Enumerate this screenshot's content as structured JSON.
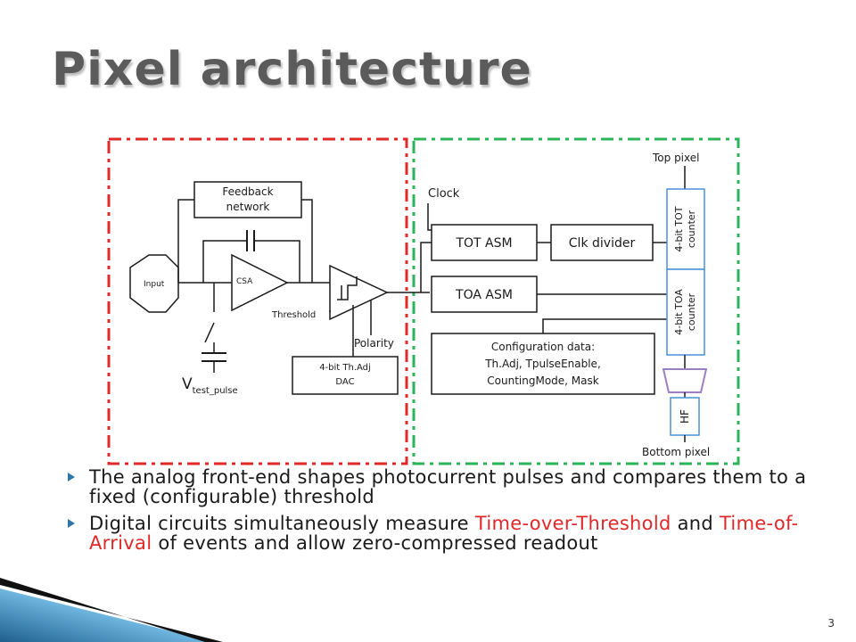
{
  "slide": {
    "title": "Pixel architecture",
    "page_number": "3"
  },
  "diagram": {
    "analog_region": {
      "border_color": "#e02828"
    },
    "digital_region": {
      "border_color": "#2db35a"
    },
    "labels": {
      "feedback_network_line1": "Feedback",
      "feedback_network_line2": "network",
      "input": "Input",
      "csa": "CSA",
      "threshold": "Threshold",
      "polarity": "Polarity",
      "dac_line1": "4-bit Th.Adj",
      "dac_line2": "DAC",
      "v_test_main": "V",
      "v_test_sub": "test_pulse",
      "clock": "Clock",
      "tot_asm": "TOT ASM",
      "clk_divider": "Clk divider",
      "toa_asm": "TOA ASM",
      "tot_counter_line1": "4-bit TOT",
      "tot_counter_line2": "counter",
      "toa_counter_line1": "4-bit TOA",
      "toa_counter_line2": "counter",
      "config_line1": "Configuration data:",
      "config_line2": "Th.Adj, TpulseEnable,",
      "config_line3": "CountingMode, Mask",
      "hf": "HF",
      "top_pixel": "Top pixel",
      "bottom_pixel": "Bottom pixel"
    }
  },
  "bullets": [
    {
      "text_before": "The analog front-end shapes photocurrent pulses and compares them to a fixed (configurable) threshold",
      "accent_1": "",
      "text_middle": "",
      "accent_2": "",
      "text_after": ""
    },
    {
      "text_before": "Digital circuits simultaneously measure ",
      "accent_1": "Time-over-Threshold",
      "text_middle": " and ",
      "accent_2": "Time-of-Arrival",
      "text_after": " of events and allow zero-compressed readout"
    }
  ],
  "colors": {
    "title": "#5b5b5b",
    "accent_text": "#e02828",
    "bullet_marker": "#2e75a8",
    "counter_border": "#4a90d9",
    "hf_trapezoid": "#9b7fc0"
  }
}
